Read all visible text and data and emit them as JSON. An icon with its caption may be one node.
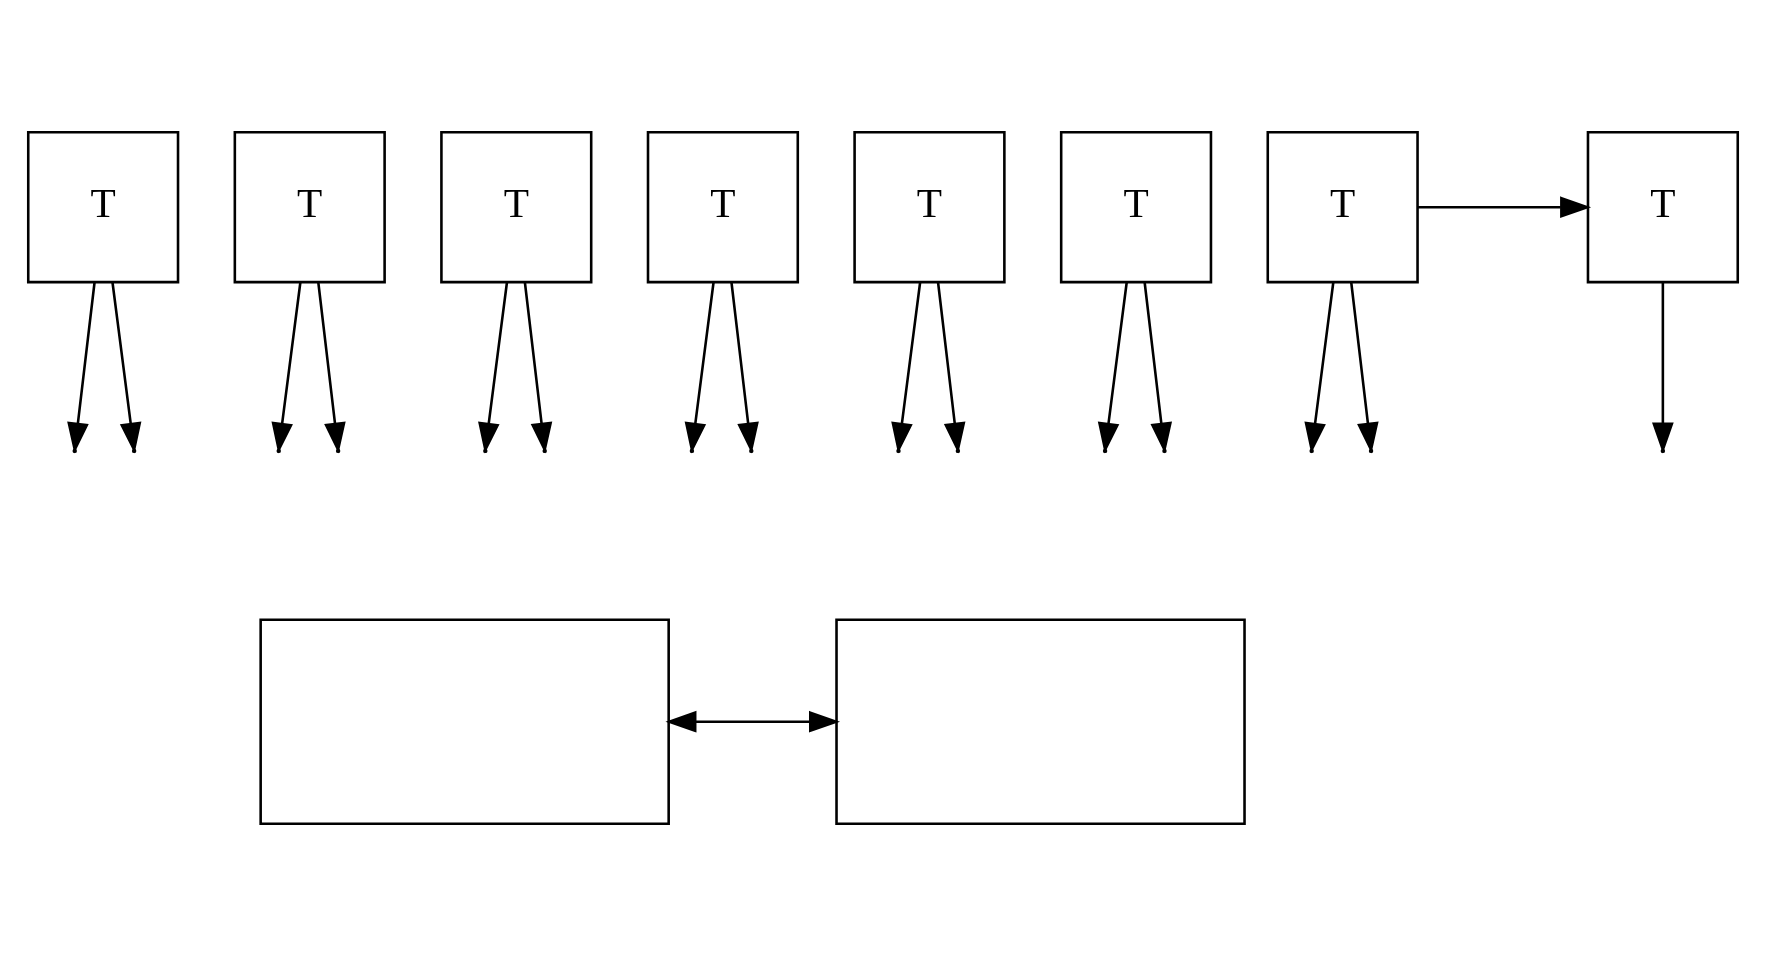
{
  "diagram": {
    "nodes": [
      {
        "text": [
          "T"
        ]
      },
      {
        "text": [
          "T"
        ]
      },
      {
        "text": [
          "T"
        ]
      },
      {
        "text": [
          "T"
        ]
      },
      {
        "text": [
          "T"
        ]
      },
      {
        "text": [
          "T"
        ]
      },
      {
        "text": [
          "T"
        ]
      },
      {
        "text": [
          "T"
        ]
      },
      {
        "text": [],
        "shape": "box"
      },
      {
        "text": [],
        "shape": "box"
      }
    ],
    "edges": [
      {
        "from": 6,
        "to": 7,
        "arrow": "to"
      },
      {
        "from": 0,
        "to": null,
        "arrow": "to"
      },
      {
        "from": 0,
        "to": null,
        "arrow": "to"
      },
      {
        "from": 1,
        "to": null,
        "arrow": "to"
      },
      {
        "from": 1,
        "to": null,
        "arrow": "to"
      },
      {
        "from": 2,
        "to": null,
        "arrow": "to"
      },
      {
        "from": 2,
        "to": null,
        "arrow": "to"
      },
      {
        "from": 3,
        "to": null,
        "arrow": "to"
      },
      {
        "from": 3,
        "to": null,
        "arrow": "to"
      },
      {
        "from": 4,
        "to": null,
        "arrow": "to"
      },
      {
        "from": 4,
        "to": null,
        "arrow": "to"
      },
      {
        "from": 5,
        "to": null,
        "arrow": "to"
      },
      {
        "from": 5,
        "to": null,
        "arrow": "to"
      },
      {
        "from": 6,
        "to": null,
        "arrow": "to"
      },
      {
        "from": 6,
        "to": null,
        "arrow": "to"
      },
      {
        "from": 7,
        "to": null,
        "arrow": "to"
      },
      {
        "from": 8,
        "to": 9,
        "arrow": "both"
      }
    ]
  }
}
